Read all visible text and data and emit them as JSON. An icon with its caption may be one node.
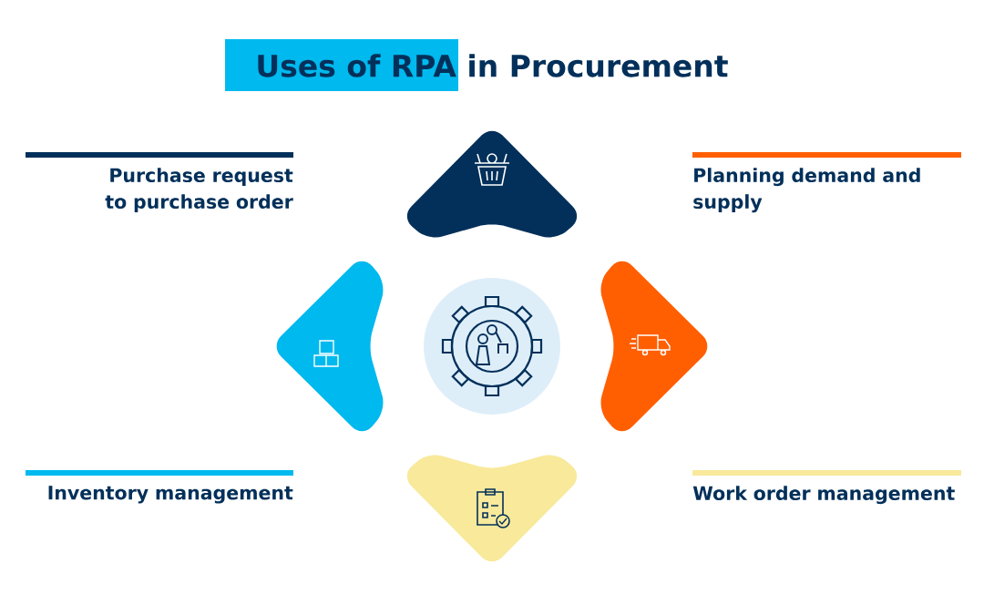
{
  "diagram": {
    "title": "Uses of RPA in Procurement",
    "labels": [
      "Purchase request to purchase order",
      "Planning demand and supply",
      "Inventory management",
      "Work order management"
    ]
  }
}
